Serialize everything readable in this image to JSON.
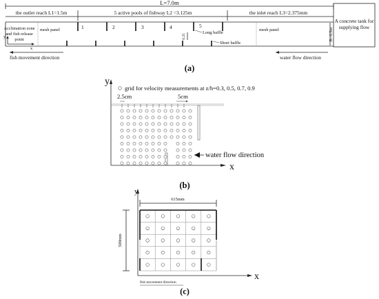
{
  "panel_a": {
    "caption": "(a)",
    "total_length": "L=7.0m",
    "outlet_reach": "the outlet reach  L1=1.5m",
    "pools_label": "5 active pools of fishway  L2 =3.125m",
    "inlet_reach": "the inlet reach  L3=2.375mm",
    "tank_label_1": "A concrete tank for",
    "tank_label_2": "supplying flow",
    "width_label": "B=0.5m",
    "accl_line_1": "Acclimation zone",
    "accl_line_2": "and fish release",
    "accl_line_3": "point",
    "mesh_left": "mesh panel",
    "mesh_right": "mesh panel",
    "pool_numbers": [
      "1",
      "2",
      "3",
      "4",
      "5"
    ],
    "long_baffle": "Long baffle",
    "short_baffle": "Short baffle",
    "small_dim": "0.25",
    "axis_x": "x",
    "axis_y": "y",
    "fish_direction": "fish movement direction",
    "water_direction": "water flow direction"
  },
  "panel_b": {
    "caption": "(b)",
    "axis_y": "y",
    "axis_x": "x",
    "legend_symbol": "○",
    "legend_text": "grid for velocity measurements at z/h=0.3, 0.5, 0.7, 0.9",
    "spacing_small": "2.5cm",
    "spacing_large": "5cm",
    "flow_label": "water flow direction"
  },
  "panel_c": {
    "caption": "(c)",
    "axis_y": "y",
    "axis_x": "x",
    "width_label": "615mm",
    "height_label": "500mm",
    "fish_direction": "fish movement direction"
  }
}
